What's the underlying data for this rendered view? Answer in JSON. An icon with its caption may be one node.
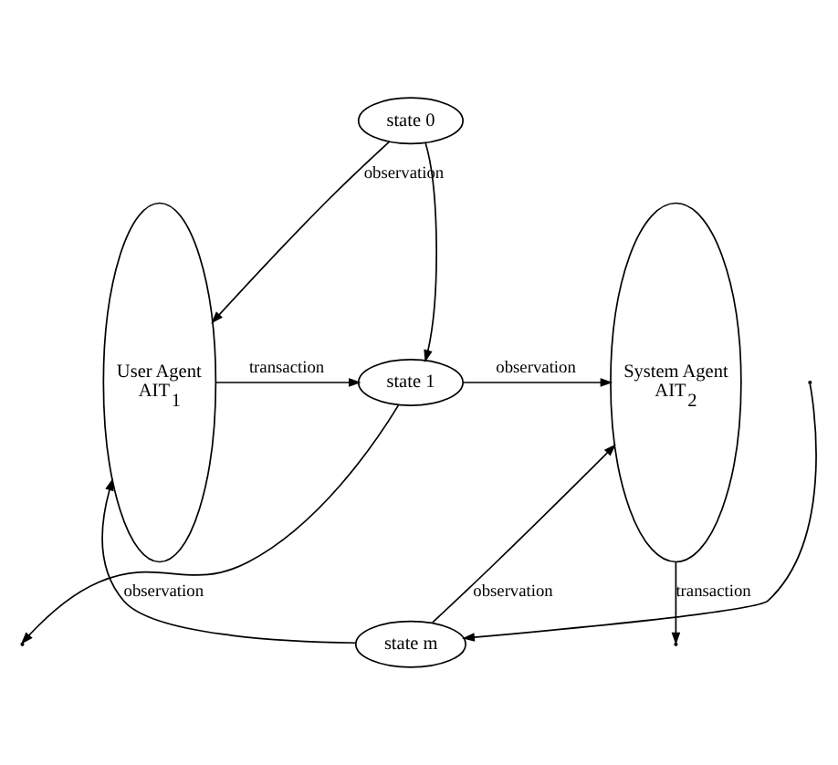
{
  "diagram": {
    "nodes": [
      {
        "text": [
          "User Agent",
          "AIT$_{1}$"
        ]
      },
      {
        "text": [
          "state 0"
        ]
      },
      {
        "text": [
          "state 1"
        ]
      },
      {
        "text": [
          "state m"
        ]
      },
      {
        "text": [
          "System Agent",
          "AIT$_{2}$"
        ]
      }
    ],
    "edges": [
      {
        "from": 1,
        "to": 0,
        "label": "observation",
        "arrow": "to"
      },
      {
        "from": 0,
        "to": 2,
        "label": "transaction",
        "arrow": "to"
      },
      {
        "from": 1,
        "to": 2,
        "arrow": "to"
      },
      {
        "from": 2,
        "to": 4,
        "label": "observation",
        "arrow": "to"
      },
      {
        "from": 4,
        "to": null,
        "label": "transaction",
        "arrow": "to"
      },
      {
        "from": 2,
        "to": null,
        "arrow": "to"
      },
      {
        "from": null,
        "to": 3,
        "arrow": "to"
      },
      {
        "from": 3,
        "to": 0,
        "label": "observation",
        "arrow": "to"
      },
      {
        "from": 3,
        "to": 4,
        "label": "observation",
        "arrow": "to"
      }
    ]
  }
}
